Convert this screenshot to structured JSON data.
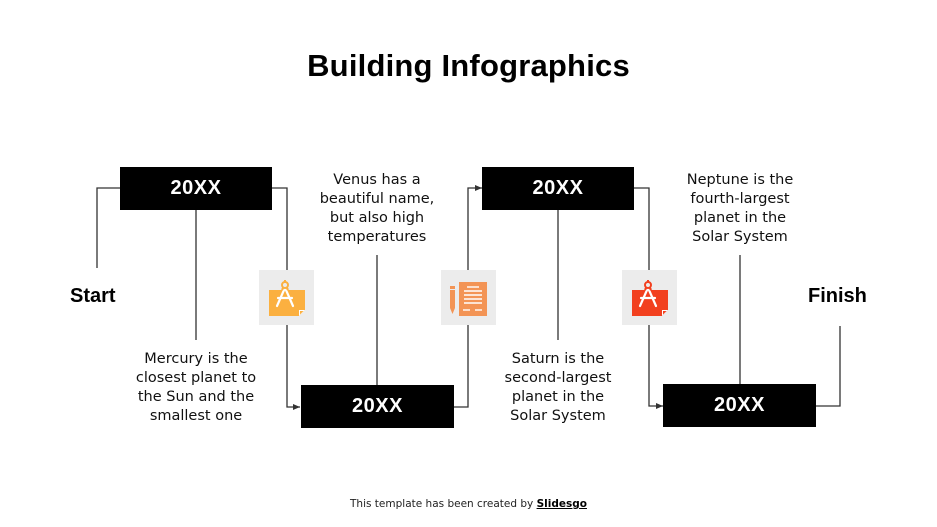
{
  "title": "Building Infographics",
  "start_label": "Start",
  "finish_label": "Finish",
  "steps": [
    {
      "year": "20XX",
      "description": "Mercury is the closest planet to the Sun and the smallest one",
      "desc_lines": [
        "Mercury is the",
        "closest planet to",
        "the Sun and the",
        "smallest one"
      ]
    },
    {
      "year": "20XX",
      "description": "Venus has a beautiful name, but also high temperatures",
      "desc_lines": [
        "Venus has a",
        "beautiful name,",
        "but also high",
        "temperatures"
      ]
    },
    {
      "year": "20XX",
      "description": "Saturn is the second-largest planet in the Solar System",
      "desc_lines": [
        "Saturn is the",
        "second-largest",
        "planet in the",
        "Solar System"
      ]
    },
    {
      "year": "20XX",
      "description": "Neptune is the fourth-largest planet in the Solar System",
      "desc_lines": [
        "Neptune is the",
        "fourth-largest",
        "planet in the",
        "Solar System"
      ]
    }
  ],
  "icons": [
    {
      "name": "drafting-compass-blueprint-icon",
      "color": "#fbb040"
    },
    {
      "name": "document-pencil-icon",
      "color": "#f39455"
    },
    {
      "name": "drafting-compass-blueprint-icon",
      "color": "#f2401f"
    }
  ],
  "colors": {
    "box": "#000000",
    "tile": "#ececec",
    "line": "#333333"
  },
  "footer": {
    "text": "This template has been created by ",
    "link": "Slidesgo"
  }
}
